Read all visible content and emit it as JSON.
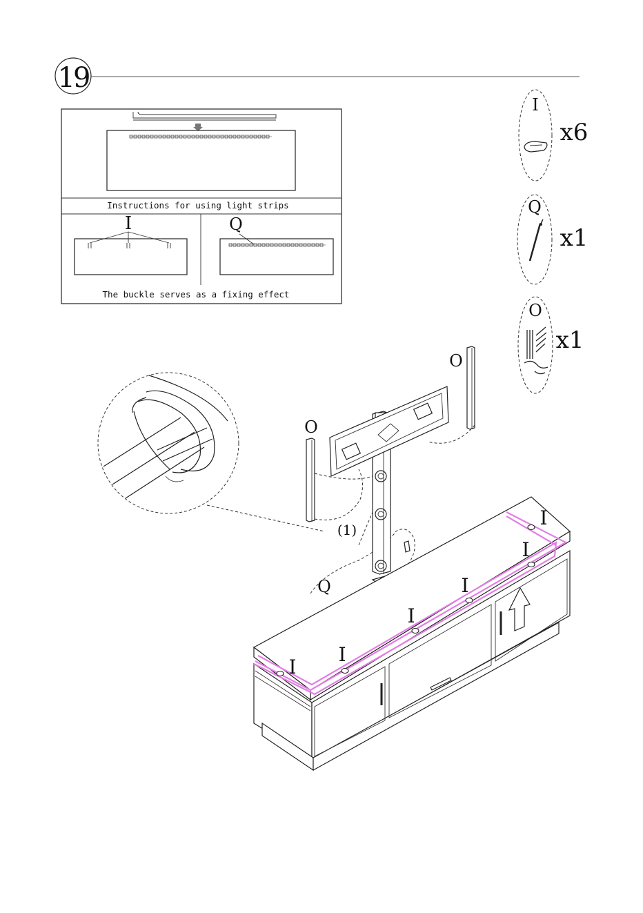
{
  "step": {
    "number": "19"
  },
  "instructions": {
    "title": "Instructions for using light strips",
    "caption": "The buckle serves as a fixing effect",
    "label_buckle": "I",
    "label_strip": "Q"
  },
  "parts": [
    {
      "label": "I",
      "qty": "x6",
      "icon": "buckle-icon"
    },
    {
      "label": "Q",
      "qty": "x1",
      "icon": "light-strip-icon"
    },
    {
      "label": "O",
      "qty": "x1",
      "icon": "light-rod-set-icon"
    }
  ],
  "diagram": {
    "label_rod_left": "O",
    "label_rod_right": "O",
    "label_detail": "(1)",
    "label_strip": "Q",
    "buckle_labels": [
      "I",
      "I",
      "I",
      "I",
      "I",
      "I"
    ]
  },
  "colors": {
    "light_strip": "#e37ee6",
    "line": "#222222"
  }
}
